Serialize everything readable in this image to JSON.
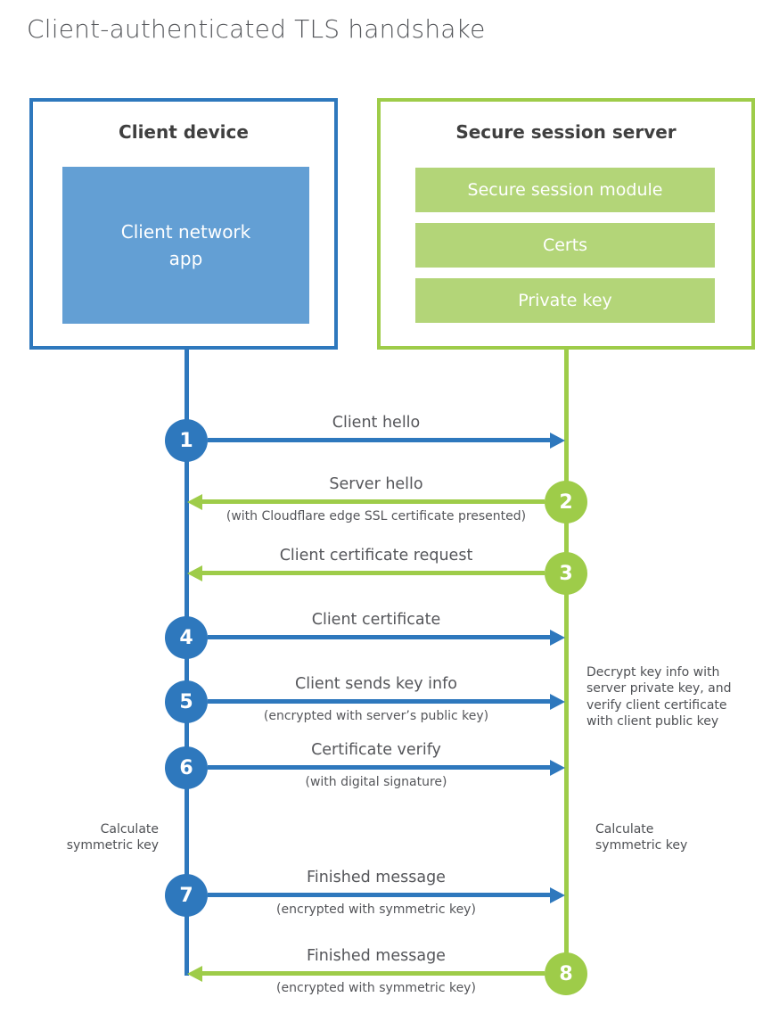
{
  "title": "Client-authenticated TLS handshake",
  "colors": {
    "blue_strong": "#2e78bd",
    "blue_light": "#639fd4",
    "green_strong": "#9ecc49",
    "green_light": "#b3d578",
    "text_gray": "#55565a"
  },
  "client": {
    "heading": "Client device",
    "app_label": "Client network\napp"
  },
  "server": {
    "heading": "Secure session server",
    "modules": {
      "0": "Secure session module",
      "1": "Certs",
      "2": "Private key"
    }
  },
  "steps": {
    "0": {
      "num": "1",
      "label": "Client hello",
      "direction": "client-to-server"
    },
    "1": {
      "num": "2",
      "label": "Server hello",
      "sub": "(with Cloudflare edge SSL certificate presented)",
      "direction": "server-to-client"
    },
    "2": {
      "num": "3",
      "label": "Client certificate request",
      "direction": "server-to-client"
    },
    "3": {
      "num": "4",
      "label": "Client certificate",
      "direction": "client-to-server"
    },
    "4": {
      "num": "5",
      "label": "Client sends key info",
      "sub": "(encrypted with server’s public key)",
      "direction": "client-to-server"
    },
    "5": {
      "num": "6",
      "label": "Certificate verify",
      "sub": "(with digital signature)",
      "direction": "client-to-server"
    },
    "6": {
      "num": "7",
      "label": "Finished message",
      "sub": "(encrypted with symmetric key)",
      "direction": "client-to-server"
    },
    "7": {
      "num": "8",
      "label": "Finished message",
      "sub": "(encrypted with symmetric key)",
      "direction": "server-to-client"
    }
  },
  "annotations": {
    "decrypt_note": "Decrypt key info with server private key, and verify client certificate with client public key",
    "calc_left": "Calculate symmetric key",
    "calc_right": "Calculate symmetric key"
  }
}
